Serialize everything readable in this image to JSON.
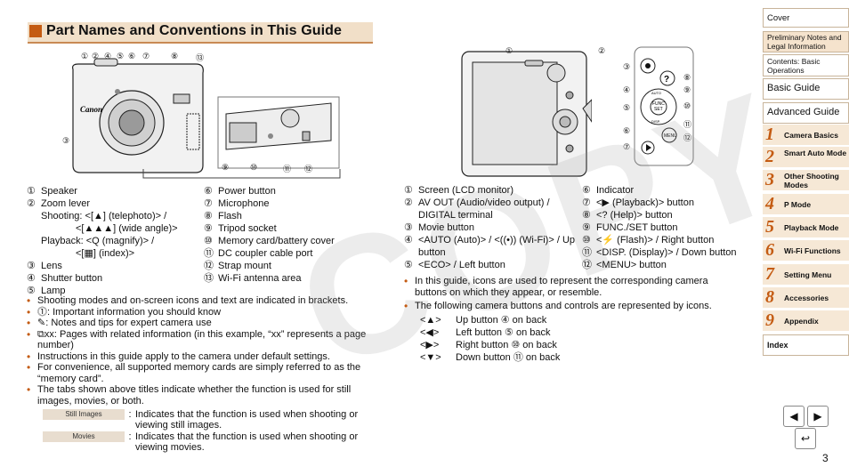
{
  "title": "Part Names and Conventions in This Guide",
  "left_parts": {
    "col1": [
      {
        "n": "①",
        "t": "Speaker"
      },
      {
        "n": "②",
        "t": "Zoom lever"
      },
      {
        "n": "",
        "t": "Shooting: <[▲] (telephoto)> /"
      },
      {
        "n": "",
        "t": "<[▲▲▲] (wide angle)>"
      },
      {
        "n": "",
        "t": "Playback: <Q (magnify)> /"
      },
      {
        "n": "",
        "t": "<[▦] (index)>"
      },
      {
        "n": "③",
        "t": "Lens"
      },
      {
        "n": "④",
        "t": "Shutter button"
      },
      {
        "n": "⑤",
        "t": "Lamp"
      }
    ],
    "col2": [
      {
        "n": "⑥",
        "t": "Power button"
      },
      {
        "n": "⑦",
        "t": "Microphone"
      },
      {
        "n": "⑧",
        "t": "Flash"
      },
      {
        "n": "⑨",
        "t": "Tripod socket"
      },
      {
        "n": "⑩",
        "t": "Memory card/battery cover"
      },
      {
        "n": "⑪",
        "t": "DC coupler cable port"
      },
      {
        "n": "⑫",
        "t": "Strap mount"
      },
      {
        "n": "⑬",
        "t": "Wi-Fi antenna area"
      }
    ]
  },
  "left_bullets": [
    "Shooting modes and on-screen icons and text are indicated in brackets.",
    "⓵: Important information you should know",
    "✎: Notes and tips for expert camera use",
    "⧉xx: Pages with related information (in this example, “xx” represents a page number)",
    "Instructions in this guide apply to the camera under default settings.",
    "For convenience, all supported memory cards are simply referred to as the “memory card”.",
    "The tabs shown above titles indicate whether the function is used for still images, movies, or both."
  ],
  "tabs": [
    {
      "tag": "Still Images",
      "text": "Indicates that the function is used when shooting or viewing still images."
    },
    {
      "tag": "Movies",
      "text": "Indicates that the function is used when shooting or viewing movies."
    }
  ],
  "right_parts": {
    "col1": [
      {
        "n": "①",
        "t": "Screen (LCD monitor)"
      },
      {
        "n": "②",
        "t": "AV OUT (Audio/video output) /"
      },
      {
        "n": "",
        "t": "DIGITAL terminal"
      },
      {
        "n": "③",
        "t": "Movie button"
      },
      {
        "n": "④",
        "t": "<AUTO (Auto)> / <((•)) (Wi-Fi)> / Up"
      },
      {
        "n": "",
        "t": "button"
      },
      {
        "n": "⑤",
        "t": "<ECO> / Left button"
      }
    ],
    "col2": [
      {
        "n": "⑥",
        "t": "Indicator"
      },
      {
        "n": "⑦",
        "t": "<▶ (Playback)> button"
      },
      {
        "n": "⑧",
        "t": "<? (Help)> button"
      },
      {
        "n": "⑨",
        "t": "FUNC./SET button"
      },
      {
        "n": "⑩",
        "t": "<⚡ (Flash)> / Right button"
      },
      {
        "n": "⑪",
        "t": "<DISP. (Display)> / Down button"
      },
      {
        "n": "⑫",
        "t": "<MENU> button"
      }
    ]
  },
  "right_bullets": [
    "In this guide, icons are used to represent the corresponding camera buttons on which they appear, or resemble.",
    "The following camera buttons and controls are represented by icons."
  ],
  "icon_map": [
    {
      "k": "<▲>",
      "v": "Up button ④ on back"
    },
    {
      "k": "<◀>",
      "v": "Left button ⑤ on back"
    },
    {
      "k": "<▶>",
      "v": "Right button ⑩ on back"
    },
    {
      "k": "<▼>",
      "v": "Down button ⑪ on back"
    }
  ],
  "watermark": "COPY",
  "sidebar": {
    "top": [
      {
        "label": "Cover"
      },
      {
        "label": "Preliminary Notes and Legal Information"
      },
      {
        "label": "Contents: Basic Operations"
      },
      {
        "label": "Basic Guide"
      },
      {
        "label": "Advanced Guide"
      }
    ],
    "chapters": [
      {
        "n": "1",
        "t": "Camera Basics"
      },
      {
        "n": "2",
        "t": "Smart Auto Mode"
      },
      {
        "n": "3",
        "t": "Other Shooting Modes"
      },
      {
        "n": "4",
        "t": "P Mode"
      },
      {
        "n": "5",
        "t": "Playback Mode"
      },
      {
        "n": "6",
        "t": "Wi-Fi Functions"
      },
      {
        "n": "7",
        "t": "Setting Menu"
      },
      {
        "n": "8",
        "t": "Accessories"
      },
      {
        "n": "9",
        "t": "Appendix"
      }
    ],
    "index": "Index"
  },
  "page_number": "3",
  "callouts_front": [
    "①",
    "②",
    "④",
    "⑤",
    "⑥",
    "⑦",
    "⑧",
    "⑬",
    "③",
    "⑨",
    "⑩",
    "⑪",
    "⑫"
  ],
  "callouts_back": [
    "①",
    "②",
    "③",
    "④",
    "⑤",
    "⑥",
    "⑦",
    "⑧",
    "⑨",
    "⑩",
    "⑪",
    "⑫"
  ]
}
